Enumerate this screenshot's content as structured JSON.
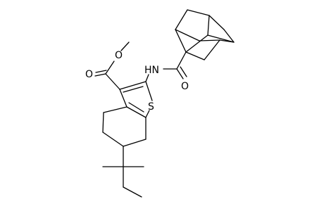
{
  "atoms": {
    "ester_carbonyl_o": "O",
    "ester_ether_o": "O",
    "amide_n": "HN",
    "amide_o": "O",
    "thiophene_s": "S"
  },
  "colors": {
    "bond": "#000000",
    "label": "#000000",
    "background": "#ffffff"
  }
}
